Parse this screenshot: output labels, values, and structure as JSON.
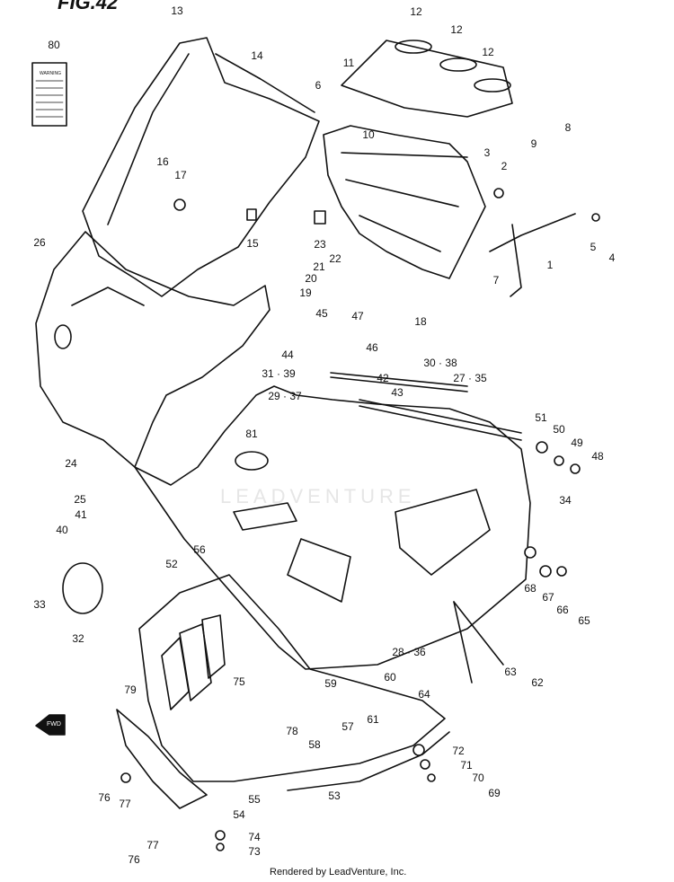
{
  "title": "FIG.42",
  "watermark": "LEADVENTURE",
  "footer": "Rendered by LeadVenture, Inc.",
  "fwd_label": "FWD",
  "warning_label": "WARNING",
  "callouts": [
    "1",
    "2",
    "3",
    "4",
    "5",
    "6",
    "7",
    "8",
    "9",
    "10",
    "11",
    "12",
    "13",
    "14",
    "15",
    "16",
    "17",
    "18",
    "19",
    "20",
    "21",
    "22",
    "23",
    "24",
    "25",
    "26",
    "27 · 35",
    "28 · 36",
    "29 · 37",
    "30 · 38",
    "31 · 39",
    "32",
    "33",
    "34",
    "40",
    "41",
    "42",
    "43",
    "44",
    "45",
    "46",
    "47",
    "48",
    "49",
    "50",
    "51",
    "52",
    "53",
    "54",
    "55",
    "56",
    "57",
    "58",
    "59",
    "60",
    "61",
    "62",
    "63",
    "64",
    "65",
    "66",
    "67",
    "68",
    "69",
    "70",
    "71",
    "72",
    "73",
    "74",
    "75",
    "76",
    "77",
    "78",
    "79",
    "80",
    "81"
  ]
}
